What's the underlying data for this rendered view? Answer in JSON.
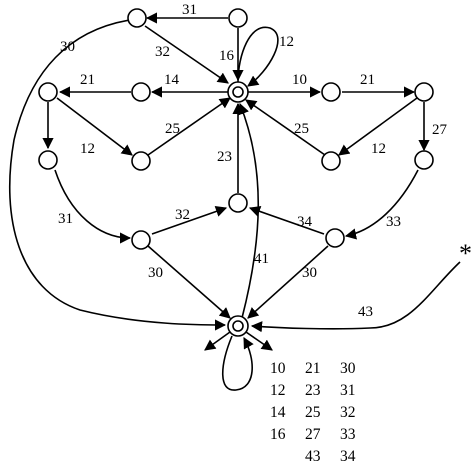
{
  "edge_labels": {
    "e_top": "31",
    "e_tl_hub": "32",
    "e_tr_hub": "16",
    "e_self_hub": "12",
    "e_hub_right": "10",
    "e_right_farright": "21",
    "e_hub_left": "14",
    "e_left_farleft": "21",
    "e_farleft_lowleft": "12",
    "e_lowleft_hub": "25",
    "e_lowright_hub": "25",
    "e_right_lowright": "12",
    "e_farright_down": "27",
    "e_center_hub": "23",
    "e_curve_left": "30",
    "e_lower_left": "31",
    "e_center_low": "32",
    "e_right_center": "34",
    "e_far_right_low": "33",
    "e_bottom_hub": "41",
    "e_lowleft_bottom": "30",
    "e_lowright_bottom": "30",
    "e_star_bottom": "43"
  },
  "star_symbol": "*",
  "legend_table": [
    [
      "10",
      "21",
      "30"
    ],
    [
      "12",
      "23",
      "31"
    ],
    [
      "14",
      "25",
      "32"
    ],
    [
      "16",
      "27",
      "33"
    ],
    [
      "",
      "43",
      "34"
    ]
  ]
}
